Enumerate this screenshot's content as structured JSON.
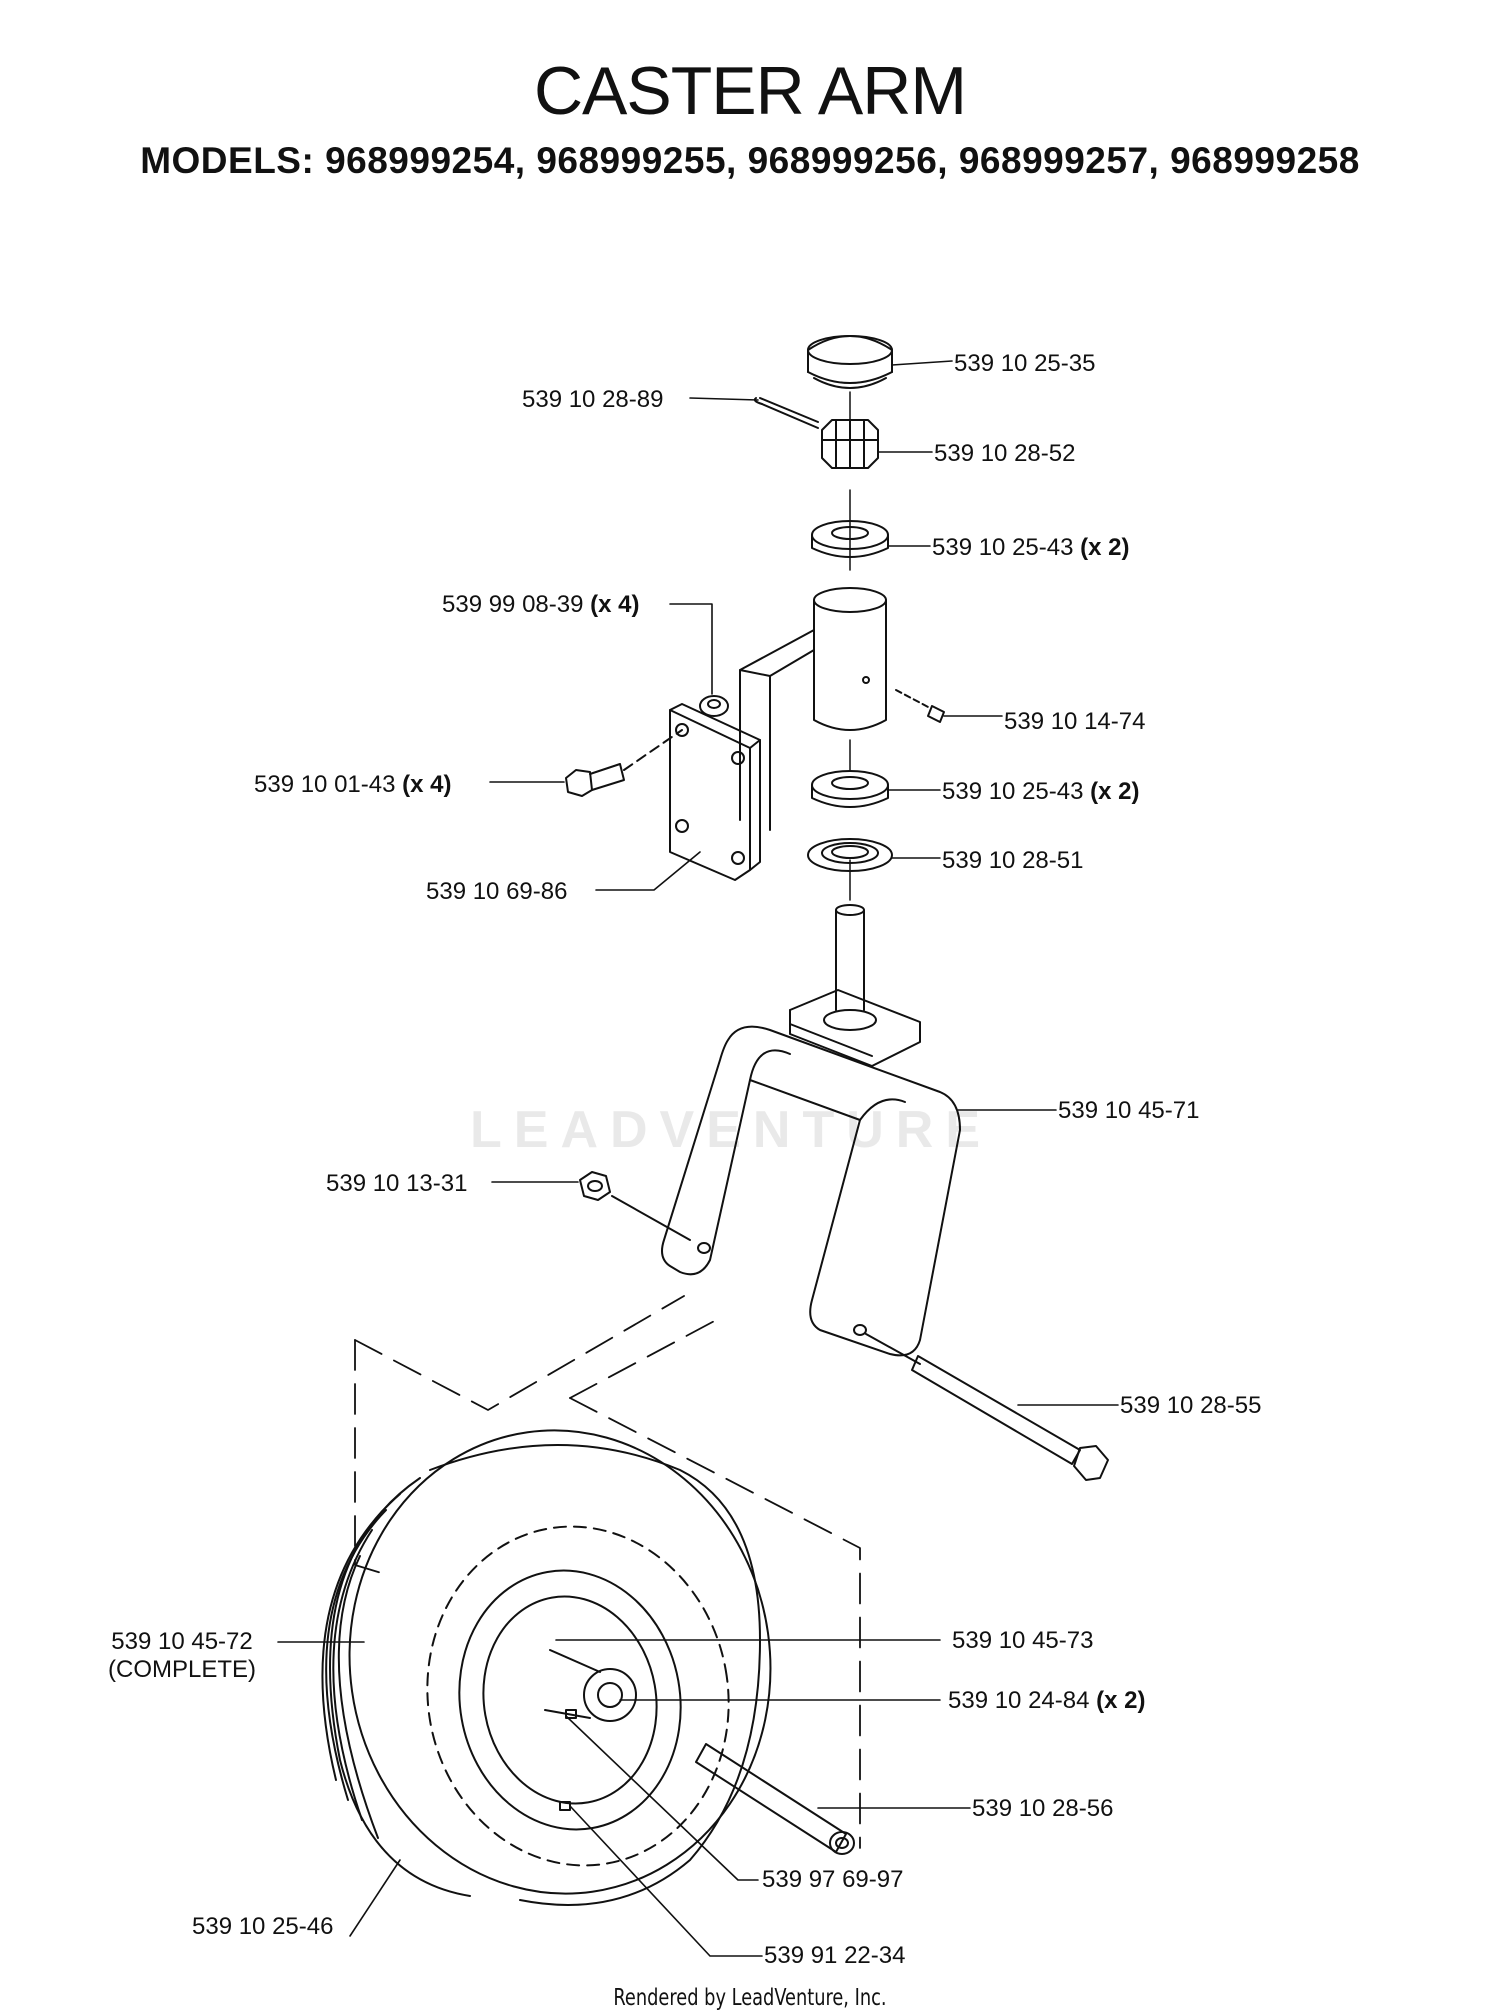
{
  "title": "CASTER ARM",
  "subtitle": "MODELS: 968999254, 968999255, 968999256, 968999257, 968999258",
  "watermark": "LEADVENTURE",
  "footer": "Rendered by LeadVenture, Inc.",
  "parts": [
    {
      "id": "p1",
      "number": "539 10 25-35",
      "qty": ""
    },
    {
      "id": "p2",
      "number": "539 10 28-89",
      "qty": ""
    },
    {
      "id": "p3",
      "number": "539 10 28-52",
      "qty": ""
    },
    {
      "id": "p4",
      "number": "539 10 25-43",
      "qty": "(x 2)"
    },
    {
      "id": "p5",
      "number": "539 99 08-39",
      "qty": "(x 4)"
    },
    {
      "id": "p6",
      "number": "539 10 14-74",
      "qty": ""
    },
    {
      "id": "p7",
      "number": "539 10 01-43",
      "qty": "(x 4)"
    },
    {
      "id": "p8",
      "number": "539 10 25-43",
      "qty": "(x 2)"
    },
    {
      "id": "p9",
      "number": "539 10 28-51",
      "qty": ""
    },
    {
      "id": "p10",
      "number": "539 10 69-86",
      "qty": ""
    },
    {
      "id": "p11",
      "number": "539 10 45-71",
      "qty": ""
    },
    {
      "id": "p12",
      "number": "539 10 13-31",
      "qty": ""
    },
    {
      "id": "p13",
      "number": "539 10 28-55",
      "qty": ""
    },
    {
      "id": "p14",
      "number": "539 10 45-72",
      "qty": "",
      "note": "(COMPLETE)"
    },
    {
      "id": "p15",
      "number": "539 10 45-73",
      "qty": ""
    },
    {
      "id": "p16",
      "number": "539 10 24-84",
      "qty": "(x 2)"
    },
    {
      "id": "p17",
      "number": "539 10 28-56",
      "qty": ""
    },
    {
      "id": "p18",
      "number": "539 97 69-97",
      "qty": ""
    },
    {
      "id": "p19",
      "number": "539 10 25-46",
      "qty": ""
    },
    {
      "id": "p20",
      "number": "539 91 22-34",
      "qty": ""
    }
  ]
}
